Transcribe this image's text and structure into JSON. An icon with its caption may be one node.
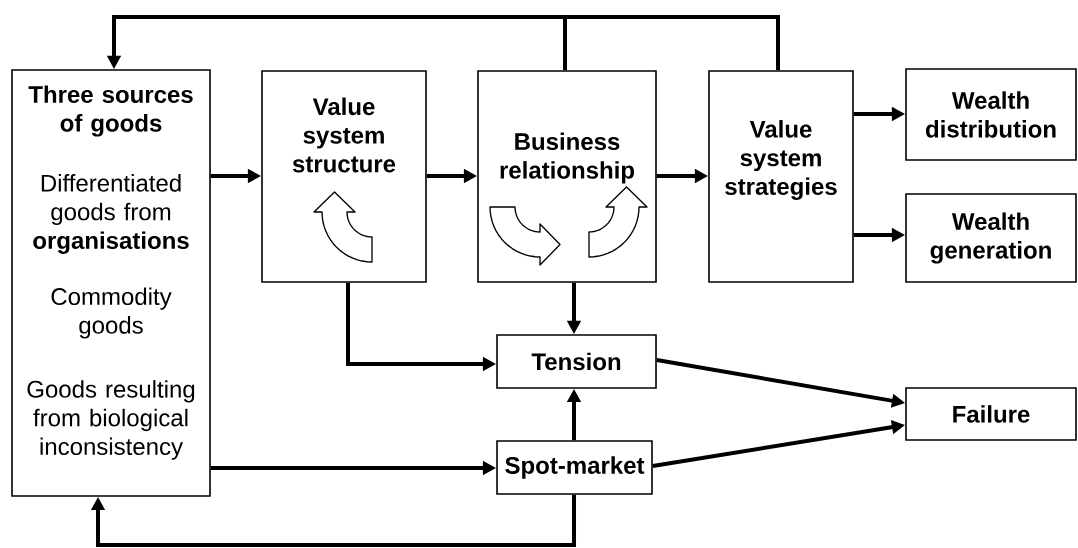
{
  "diagram": {
    "nodes": [
      {
        "text": [
          "Three sources of goods",
          "Differentiated goods from **organisations**",
          "Commodity goods",
          "Goods resulting from biological inconsistency"
        ]
      },
      {
        "text": [
          "Value system structure"
        ]
      },
      {
        "text": [
          "Business relationship"
        ]
      },
      {
        "text": [
          "Value system strategies"
        ]
      },
      {
        "text": [
          "Wealth distribution"
        ]
      },
      {
        "text": [
          "Wealth generation"
        ]
      },
      {
        "text": [
          "Tension"
        ]
      },
      {
        "text": [
          "Spot-market"
        ]
      },
      {
        "text": [
          "Failure"
        ]
      }
    ],
    "edges": [
      {
        "from": 0,
        "to": 1,
        "arrow": "to"
      },
      {
        "from": 1,
        "to": 2,
        "arrow": "to"
      },
      {
        "from": 2,
        "to": 3,
        "arrow": "to"
      },
      {
        "from": 3,
        "to": 4,
        "arrow": "to"
      },
      {
        "from": 3,
        "to": 5,
        "arrow": "to"
      },
      {
        "from": 1,
        "to": 6,
        "arrow": "to"
      },
      {
        "from": 2,
        "to": 6,
        "arrow": "to"
      },
      {
        "from": 7,
        "to": 6,
        "arrow": "to"
      },
      {
        "from": 0,
        "to": 7,
        "arrow": "to"
      },
      {
        "from": 6,
        "to": 8,
        "arrow": "to"
      },
      {
        "from": 7,
        "to": 8,
        "arrow": "to"
      },
      {
        "from": 2,
        "to": 0,
        "arrow": "to"
      },
      {
        "from": 3,
        "to": 0,
        "arrow": "to"
      },
      {
        "from": 7,
        "to": 0,
        "arrow": "to"
      }
    ]
  }
}
